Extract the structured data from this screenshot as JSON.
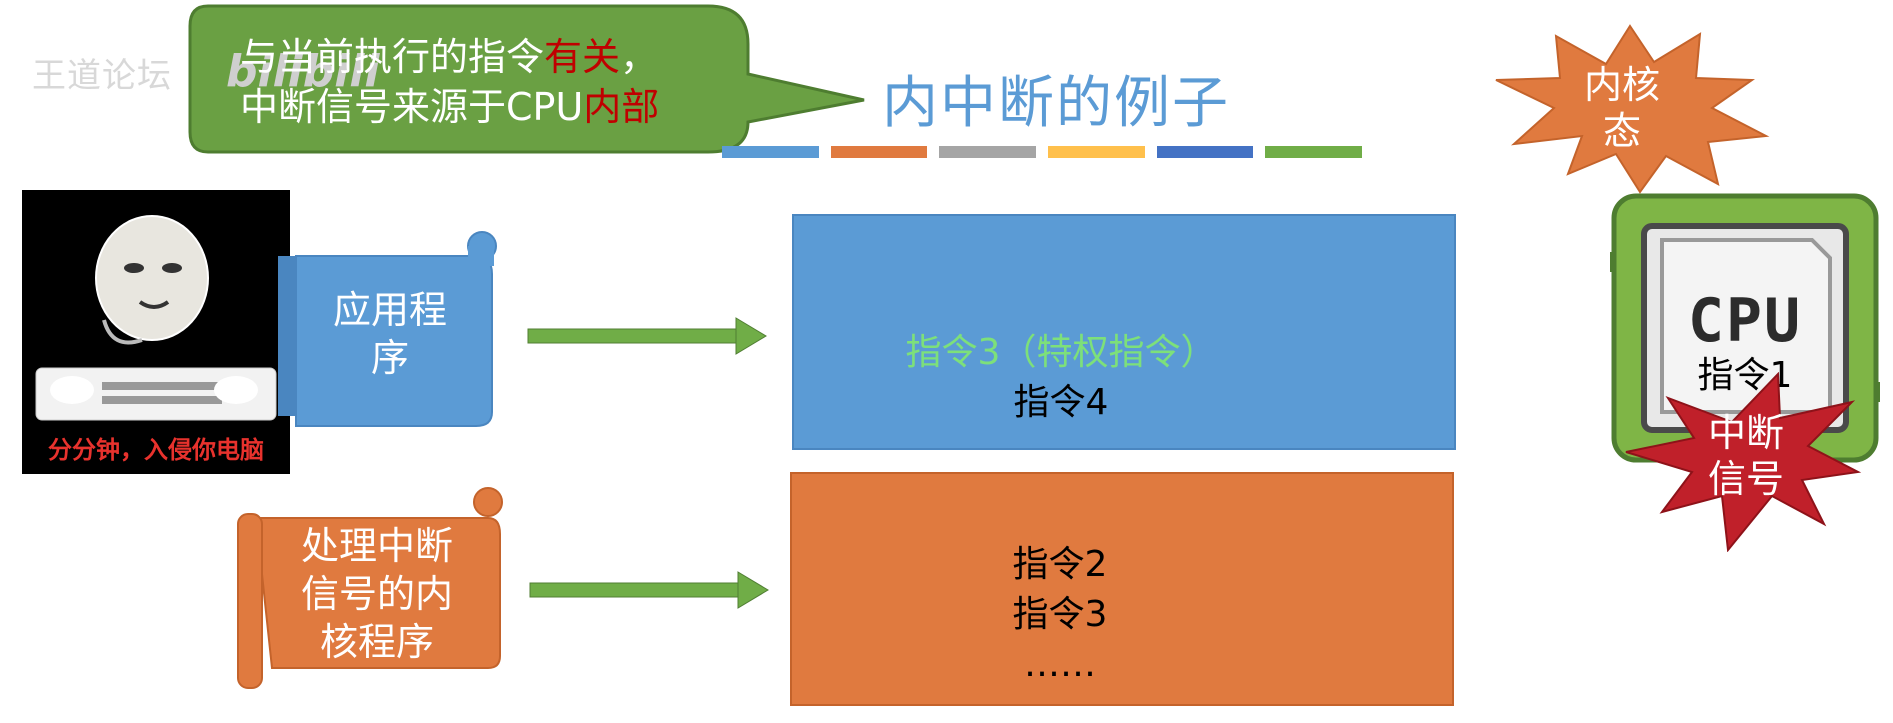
{
  "overlay": {
    "watermark_text": "王道论坛",
    "logo_text": "bilibili"
  },
  "title": "内中断的例子",
  "color_bars": [
    "#5b9bd5",
    "#e07a3f",
    "#a5a5a5",
    "#ffc04c",
    "#4472c4",
    "#70ad47"
  ],
  "callout": {
    "line1_prefix": "与当前执行的指令",
    "line1_highlight": "有关",
    "line1_suffix": "，",
    "line2_prefix": "中断信号来源于CPU",
    "line2_highlight": "内部"
  },
  "meme": {
    "caption": "分分钟，入侵你电脑"
  },
  "scroll_app": {
    "line1": "应用程",
    "line2": "序"
  },
  "scroll_kernel": {
    "line1": "处理中断",
    "line2": "信号的内",
    "line3": "核程序"
  },
  "box_app": {
    "instr_privileged": "指令3（特权指令）",
    "instr_next": "指令4"
  },
  "box_kernel": {
    "instr_a": "指令2",
    "instr_b": "指令3",
    "ellipsis": "……"
  },
  "kernel_badge": {
    "line1": "内核",
    "line2": "态"
  },
  "cpu": {
    "label": "CPU",
    "instr": "指令1"
  },
  "interrupt_badge": {
    "line1": "中断",
    "line2": "信号"
  },
  "colors": {
    "blue": "#5b9bd5",
    "orange": "#e07a3f",
    "green": "#70ad47",
    "red_burst": "#c0202a"
  }
}
